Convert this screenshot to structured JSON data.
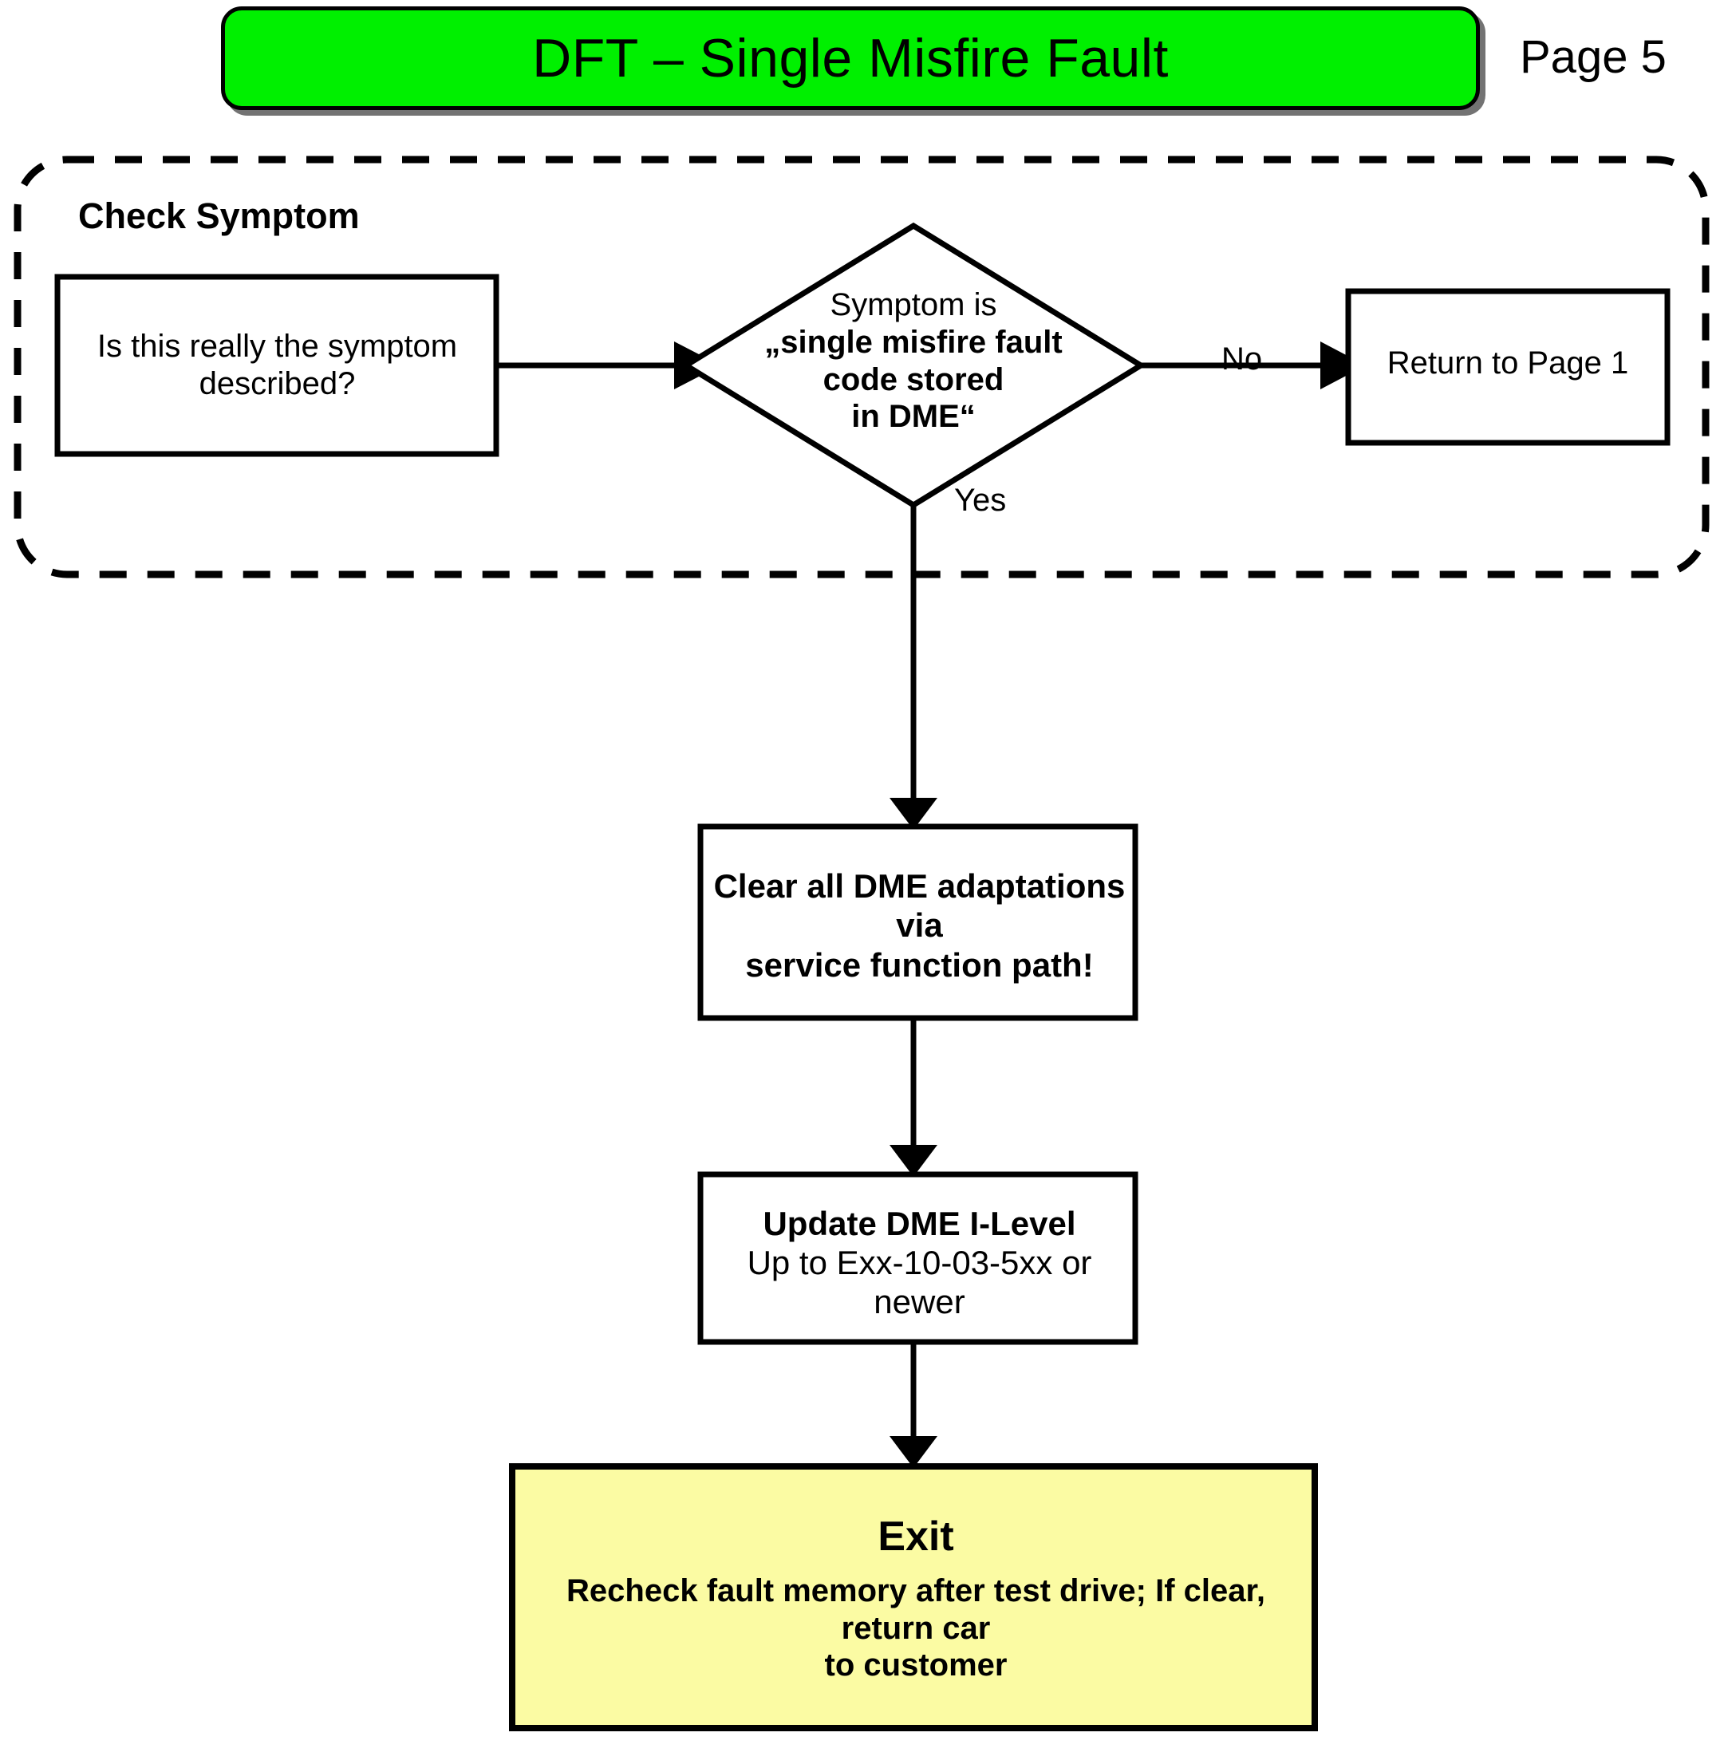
{
  "header": {
    "title": "DFT – Single Misfire Fault",
    "page_label": "Page 5",
    "banner_color": "#00f000"
  },
  "group": {
    "label": "Check Symptom",
    "border_style": "dashed-rounded"
  },
  "nodes": {
    "symptom_check": {
      "text": "Is this really the symptom\ndescribed?",
      "shape": "rect",
      "fill": "#ffffff"
    },
    "decision": {
      "line1": "Symptom is",
      "line2": "„single misfire fault",
      "line3": "code stored",
      "line4": "in DME“",
      "shape": "diamond",
      "fill": "#ffffff"
    },
    "return_page1": {
      "text": "Return to Page 1",
      "shape": "rect",
      "fill": "#ffffff"
    },
    "clear_adaptations": {
      "text": "Clear all DME adaptations via\nservice function path!",
      "shape": "rect",
      "fill": "#ffffff"
    },
    "update_ilevel": {
      "line1": "Update DME I-Level",
      "line2": "Up to Exx-10-03-5xx or newer",
      "shape": "rect",
      "fill": "#ffffff"
    },
    "exit": {
      "title": "Exit",
      "text": "Recheck fault memory after test drive; If clear, return car\nto customer",
      "shape": "rect",
      "fill": "#fbfba3"
    }
  },
  "edges": {
    "no_label": "No",
    "yes_label": "Yes"
  }
}
